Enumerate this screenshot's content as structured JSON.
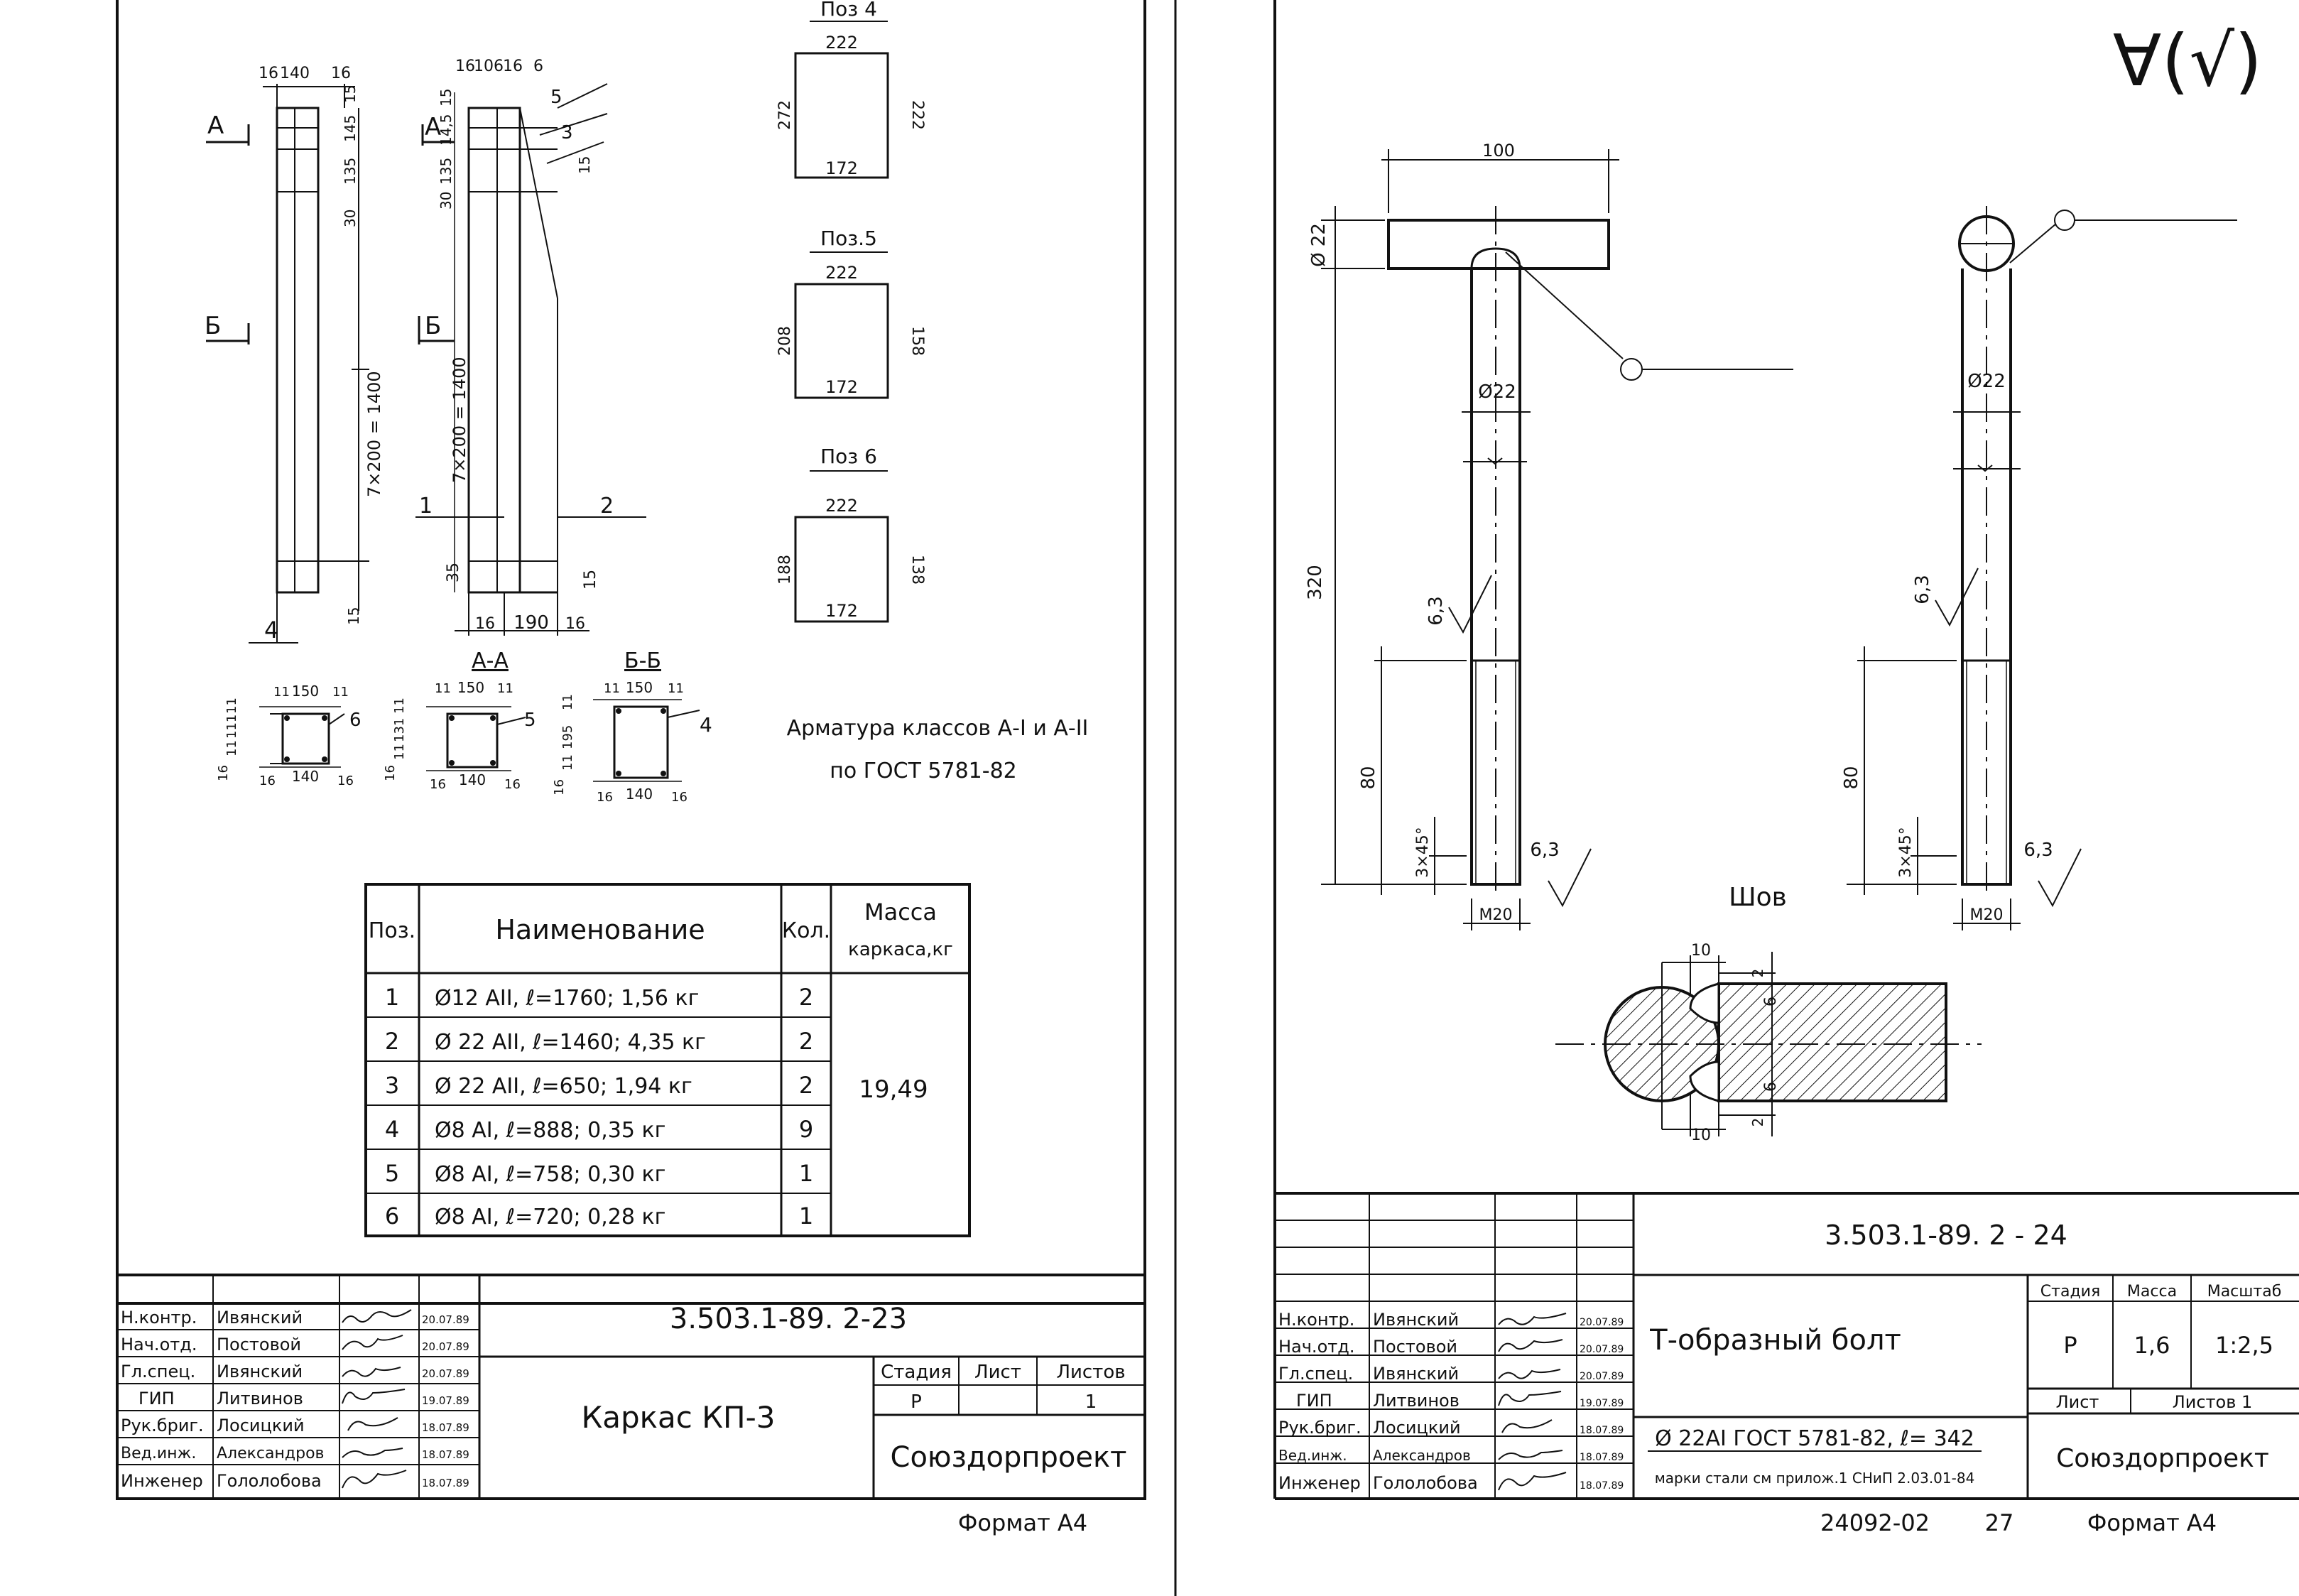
{
  "left_sheet": {
    "dims": {
      "top_16a": "16",
      "top_140": "140",
      "top_16b": "16",
      "top2_16a": "16",
      "top2_106": "106",
      "top2_16b": "16",
      "top2_6": "6",
      "v15": "15",
      "v145a": "145",
      "v135a": "135",
      "v30a": "30",
      "v15b": "15",
      "v145b": "14,5",
      "v135b": "135",
      "v30b": "30",
      "len_a": "7×200 = 1400",
      "len_b": "7×200 = 1400",
      "v35": "35",
      "v15c": "15",
      "v15d": "15",
      "bot_16a": "16",
      "bot_190": "190",
      "bot_16b": "16",
      "s1_11a": "11",
      "s1_150": "150",
      "s1_11b": "11",
      "s1_16a": "16",
      "s1_140": "140",
      "s1_16b": "16",
      "s1_v11a": "11",
      "s1_v111": "111",
      "s1_v11b": "11",
      "s1_v16": "16",
      "s2_11a": "11",
      "s2_150": "150",
      "s2_11b": "11",
      "s2_16a": "16",
      "s2_140": "140",
      "s2_16b": "16",
      "s2_v11a": "11",
      "s2_v131": "131",
      "s2_v11b": "11",
      "s2_v16": "16",
      "s3_11a": "11",
      "s3_150": "150",
      "s3_11b": "11",
      "s3_16a": "16",
      "s3_140": "140",
      "s3_16b": "16",
      "s3_v11a": "11",
      "s3_v195": "195",
      "s3_v11b": "11",
      "s3_v16": "16"
    },
    "markers": {
      "a1": "А",
      "a2": "А",
      "b1": "Б",
      "b2": "Б",
      "p1": "1",
      "p2": "2",
      "p3": "3",
      "p4": "4",
      "p5": "5",
      "p6": "6",
      "sec_aa": "А-А",
      "sec_bb": "Б-Б",
      "s1_pos": "6",
      "s2_pos": "5",
      "s3_pos": "4"
    },
    "positions": [
      {
        "title": "Поз 4",
        "top": "222",
        "left": "272",
        "right": "222",
        "bottom": "172"
      },
      {
        "title": "Поз.5",
        "top": "222",
        "left": "208",
        "right": "158",
        "bottom": "172"
      },
      {
        "title": "Поз 6",
        "top": "222",
        "left": "188",
        "right": "138",
        "bottom": "172"
      }
    ],
    "note_line1": "Арматура классов А-I и А-II",
    "note_line2": "по ГОСТ 5781-82",
    "spec_table": {
      "headers": {
        "pos": "Поз.",
        "name": "Наименование",
        "qty": "Кол.",
        "mass_line1": "Масса",
        "mass_line2": "каркаса,кг"
      },
      "rows": [
        {
          "pos": "1",
          "name": "Ø12 АII, ℓ=1760;  1,56 кг",
          "qty": "2"
        },
        {
          "pos": "2",
          "name": "Ø 22 АII, ℓ=1460;  4,35 кг",
          "qty": "2"
        },
        {
          "pos": "3",
          "name": "Ø 22 АII, ℓ=650;  1,94 кг",
          "qty": "2"
        },
        {
          "pos": "4",
          "name": "Ø8 АI, ℓ=888;  0,35 кг",
          "qty": "9"
        },
        {
          "pos": "5",
          "name": "Ø8 АI, ℓ=758;  0,30 кг",
          "qty": "1"
        },
        {
          "pos": "6",
          "name": "Ø8 АI, ℓ=720;  0,28 кг",
          "qty": "1"
        }
      ],
      "mass": "19,49"
    },
    "title_block": {
      "people": [
        {
          "role": "Н.контр.",
          "name": "Ивянский",
          "date": "20.07.89"
        },
        {
          "role": "Нач.отд.",
          "name": "Постовой",
          "date": "20.07.89"
        },
        {
          "role": "Гл.спец.",
          "name": "Ивянский",
          "date": "20.07.89"
        },
        {
          "role": "ГИП",
          "name": "Литвинов",
          "date": "19.07.89"
        },
        {
          "role": "Рук.бриг.",
          "name": "Лосицкий",
          "date": "18.07.89"
        },
        {
          "role": "Вед.инж.",
          "name": "Александров",
          "date": "18.07.89"
        },
        {
          "role": "Инженер",
          "name": "Гололобова",
          "date": "18.07.89"
        }
      ],
      "code": "3.503.1-89. 2-23",
      "title": "Каркас КП-3",
      "stage_h": "Стадия",
      "sheet_h": "Лист",
      "sheets_h": "Листов",
      "stage": "Р",
      "sheet": "",
      "sheets": "1",
      "org": "Союздорпроект"
    },
    "format": "Формат А4"
  },
  "right_sheet": {
    "roughness": "∀(√)",
    "dims": {
      "d22a": "Ø 22",
      "head_len": "100",
      "shaft_d1": "Ø22",
      "shaft_d2": "Ø22",
      "len320": "320",
      "len80a": "80",
      "len80b": "80",
      "chamfer1": "3×45°",
      "chamfer2": "3×45°",
      "m20a": "M20",
      "m20b": "M20",
      "r63a": "6,3",
      "r63b": "6,3",
      "r63c": "6,3",
      "r63d": "6,3",
      "weld_10a": "10",
      "weld_10b": "10",
      "weld_2a": "2",
      "weld_2b": "2",
      "weld_6a": "6",
      "weld_6b": "6"
    },
    "weld_label": "Шов",
    "title_block": {
      "people": [
        {
          "role": "Н.контр.",
          "name": "Ивянский",
          "date": "20.07.89"
        },
        {
          "role": "Нач.отд.",
          "name": "Постовой",
          "date": "20.07.89"
        },
        {
          "role": "Гл.спец.",
          "name": "Ивянский",
          "date": "20.07.89"
        },
        {
          "role": "ГИП",
          "name": "Литвинов",
          "date": "19.07.89"
        },
        {
          "role": "Рук.бриг.",
          "name": "Лосицкий",
          "date": "18.07.89"
        },
        {
          "role": "Вед.инж.",
          "name": "Александров",
          "date": "18.07.89"
        },
        {
          "role": "Инженер",
          "name": "Гололобова",
          "date": "18.07.89"
        }
      ],
      "code": "3.503.1-89. 2 - 24",
      "title": "Т-образный болт",
      "material": "Ø 22АI ГОСТ 5781-82, ℓ= 342",
      "material_note": "марки стали см прилож.1 СНиП 2.03.01-84",
      "stage_h": "Стадия",
      "mass_h": "Масса",
      "scale_h": "Масштаб",
      "stage": "Р",
      "mass": "1,6",
      "scale": "1:2,5",
      "sheet_h": "Лист",
      "sheets_h": "Листов 1",
      "org": "Союздорпроект"
    },
    "bottom_code": "24092-02",
    "page": "27",
    "format": "Формат А4"
  }
}
